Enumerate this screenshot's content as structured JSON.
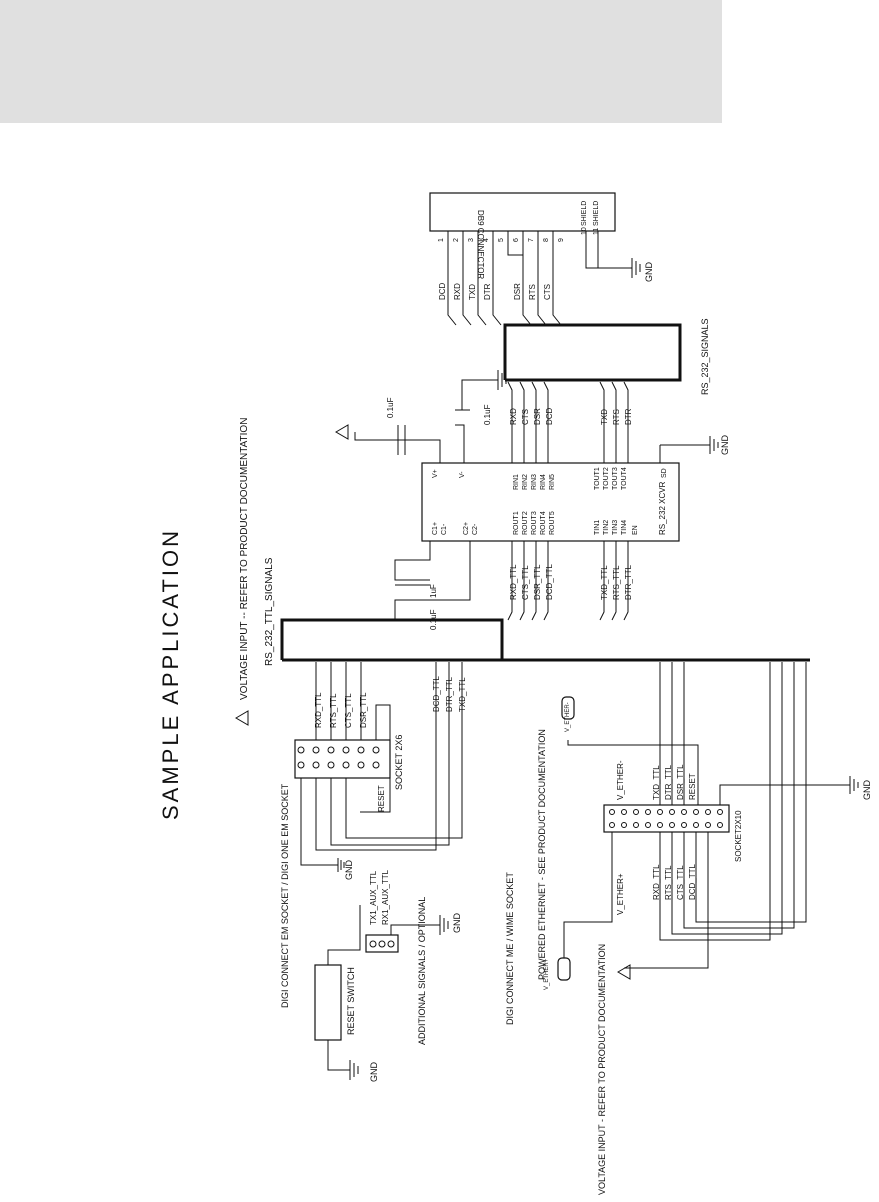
{
  "header": {
    "title": "SAMPLE APPLICATION"
  },
  "labels": {
    "voltage_top": "VOLTAGE INPUT -- REFER TO PRODUCT DOCUMENTATION",
    "rs232_ttl": "RS_232_TTL_SIGNALS",
    "rs232_signals": "RS_232_SIGNALS",
    "digi_em": "DIGI CONNECT EM SOCKET / DIGI ONE EM SOCKET",
    "digi_me": "DIGI CONNECT ME / WIME SOCKET",
    "powered_eth": "POWERED ETHERNET - SEE PRODUCT DOCUMENTATION",
    "voltage_bottom": "VOLTAGE INPUT - REFER TO PRODUCT DOCUMENTATION",
    "additional": "ADDITIONAL SIGNALS / OPTIONAL",
    "reset_switch": "RESET SWITCH",
    "socket_2x6": "SOCKET 2X6",
    "socket_2x10": "SOCKET2X10",
    "gnd": "GND",
    "v_ether_minus": "V_ETHER-",
    "v_ether_plus": "V_ETHER+",
    "xcvr": "RS_232 XCVR",
    "db9": "DB9 CONNECTOR",
    "cap_01uf": "0.1uF",
    "cap_1uf": "1uF",
    "reset": "RESET",
    "tx1_aux": "TX1_AUX_TTL",
    "rx1_aux": "RX1_AUX_TTL"
  },
  "socket_2x6": {
    "signals": [
      "RXD_TTL",
      "RTS_TTL",
      "CTS_TTL",
      "DSR_TTL"
    ],
    "extra": [
      "DCD_TTL",
      "DTR_TTL",
      "TXD_TTL"
    ]
  },
  "socket_2x10": {
    "top_signals": [
      "V_ETHER-",
      "TXD_TTL",
      "DTR_TTL",
      "DSR_TTL",
      "RESET"
    ],
    "bottom_signals": [
      "V_ETHER+",
      "RXD_TTL",
      "RTS_TTL",
      "CTS_TTL",
      "DCD_TTL"
    ]
  },
  "xcvr": {
    "in_left": [
      "ROUT1",
      "ROUT2",
      "ROUT3",
      "ROUT4",
      "ROUT5"
    ],
    "in_right": [
      "RIN1",
      "RIN2",
      "RIN3",
      "RIN4",
      "RIN5"
    ],
    "ttl_left": [
      "RXD_TTL",
      "CTS_TTL",
      "DSR_TTL",
      "DCD_TTL"
    ],
    "rs_right": [
      "RXD",
      "CTS",
      "DSR",
      "DCD"
    ],
    "tin": [
      "TIN1",
      "TIN2",
      "TIN3",
      "TIN4"
    ],
    "tout": [
      "TOUT1",
      "TOUT2",
      "TOUT3",
      "TOUT4"
    ],
    "ttl_tx": [
      "TXD_TTL",
      "RTS_TTL",
      "DTR_TTL"
    ],
    "rs_tx": [
      "TXD",
      "RTS",
      "DTR"
    ],
    "caps": [
      "C1+",
      "C1-",
      "C2+",
      "C2-",
      "V+",
      "V-",
      "SD",
      "EN"
    ]
  },
  "db9": {
    "signals": [
      "DCD",
      "RXD",
      "TXD",
      "DTR",
      "DSR",
      "RTS",
      "CTS"
    ],
    "pins": [
      "1",
      "2",
      "3",
      "4",
      "5",
      "6",
      "7",
      "8",
      "9",
      "10",
      "11"
    ],
    "shield": "SHIELD"
  }
}
